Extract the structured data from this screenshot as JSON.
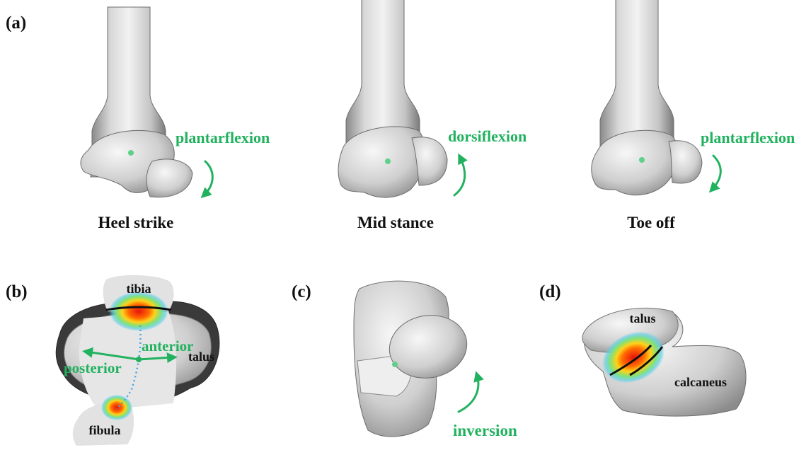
{
  "panels": {
    "a": {
      "label": "(a)",
      "phases": [
        {
          "caption": "Heel strike",
          "motion": "plantarflexion"
        },
        {
          "caption": "Mid stance",
          "motion": "dorsiflexion"
        },
        {
          "caption": "Toe off",
          "motion": "plantarflexion"
        }
      ]
    },
    "b": {
      "label": "(b)",
      "tibia": "tibia",
      "talus": "talus",
      "fibula": "fibula",
      "anterior": "anterior",
      "posterior": "posterior"
    },
    "c": {
      "label": "(c)",
      "motion": "inversion"
    },
    "d": {
      "label": "(d)",
      "talus": "talus",
      "calcaneus": "calcaneus"
    }
  },
  "colors": {
    "motion_green": "#22b25f",
    "axis_blue": "#4aa3e0",
    "bone_gray": "#d6d6d6"
  }
}
